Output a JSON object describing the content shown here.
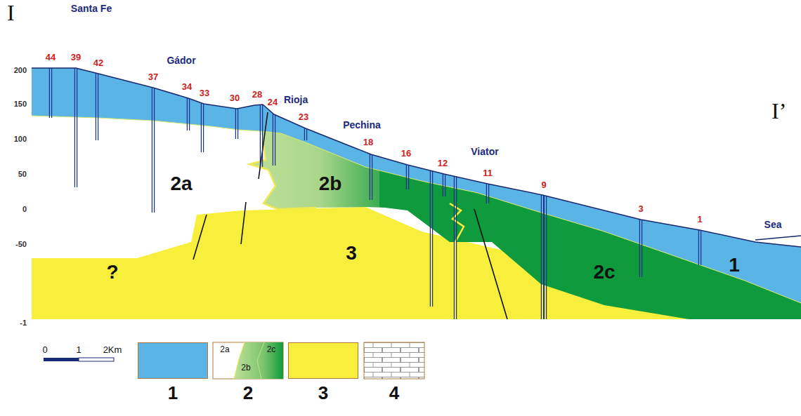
{
  "diagram": {
    "labels": [
      "I",
      "I’",
      "Santa Fe",
      "Gádor",
      "Rioja",
      "Pechina",
      "Viator",
      "Sea",
      "44",
      "39",
      "42",
      "37",
      "34",
      "33",
      "30",
      "28",
      "24",
      "23",
      "18",
      "16",
      "12",
      "11",
      "9",
      "3",
      "1",
      "200",
      "150",
      "100",
      "50",
      "0",
      "-50",
      "-1",
      "2a",
      "2b",
      "3",
      "?",
      "2c",
      "1",
      "0",
      "1",
      "2Km",
      "2a",
      "2b",
      "2c"
    ],
    "legend": [
      {
        "text": "1",
        "color": "#5ab4e5"
      },
      {
        "text": "2"
      },
      {
        "text": "3",
        "color": "#f7ef3c"
      },
      {
        "text": "4"
      }
    ]
  }
}
